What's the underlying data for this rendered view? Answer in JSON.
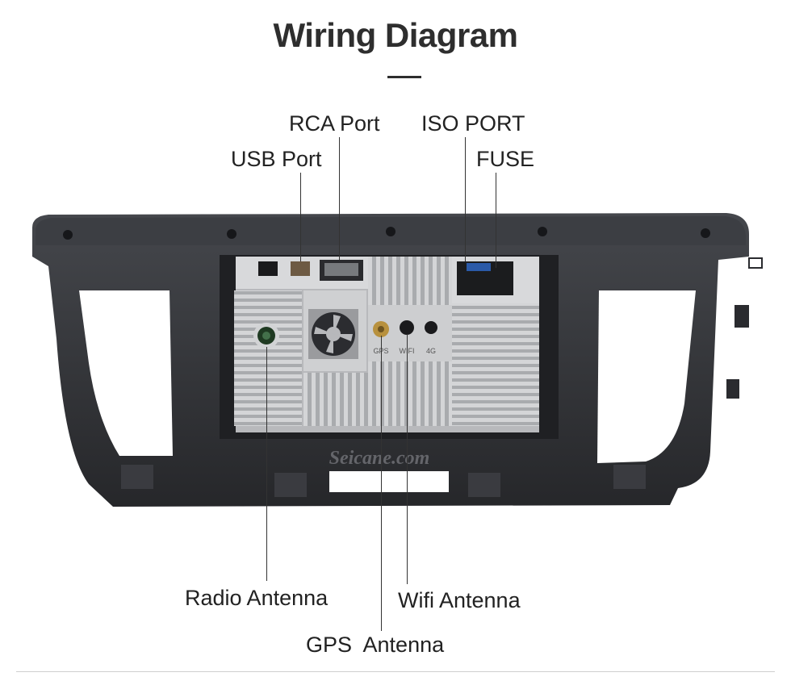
{
  "title": "Wiring Diagram",
  "watermark": "Seicane.com",
  "labels": {
    "rca_port": "RCA Port",
    "usb_port": "USB Port",
    "iso_port": "ISO PORT",
    "fuse": "FUSE",
    "radio_antenna": "Radio Antenna",
    "wifi_antenna": "Wifi Antenna",
    "gps_antenna": "GPS  Antenna"
  },
  "connector_labels": {
    "gps": "GPS",
    "wifi": "WIFI",
    "four_g": "4G"
  },
  "colors": {
    "frame": "#2f3034",
    "unit_body": "#c9cacc",
    "text": "#222222"
  }
}
